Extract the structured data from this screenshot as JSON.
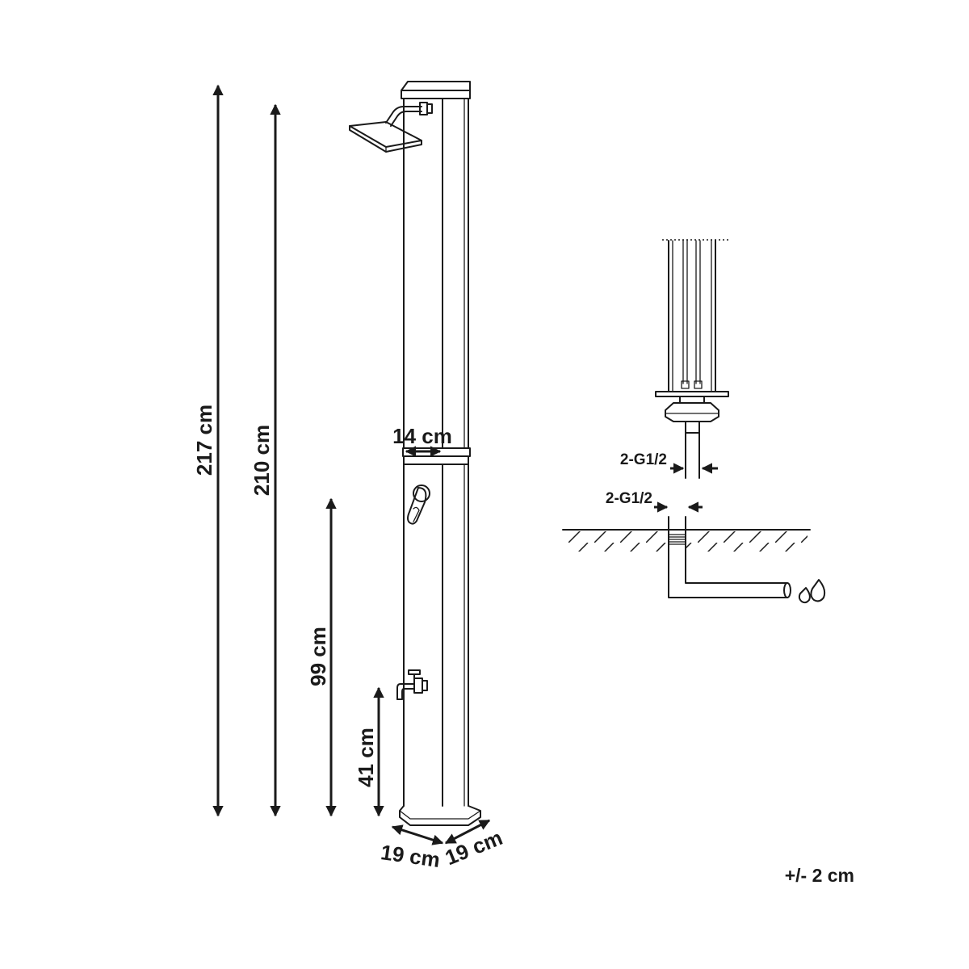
{
  "dimensions": {
    "total_height": "217 cm",
    "shower_head_height": "210 cm",
    "mixer_height": "99 cm",
    "tap_height": "41 cm",
    "column_width": "14 cm",
    "base_width": "19 cm",
    "base_depth": "19 cm"
  },
  "connection": {
    "inlet_label": "2-G1/2",
    "pipe_label": "2-G1/2"
  },
  "tolerance": "+/- 2 cm",
  "icons": {
    "water": "water-drops-icon"
  }
}
